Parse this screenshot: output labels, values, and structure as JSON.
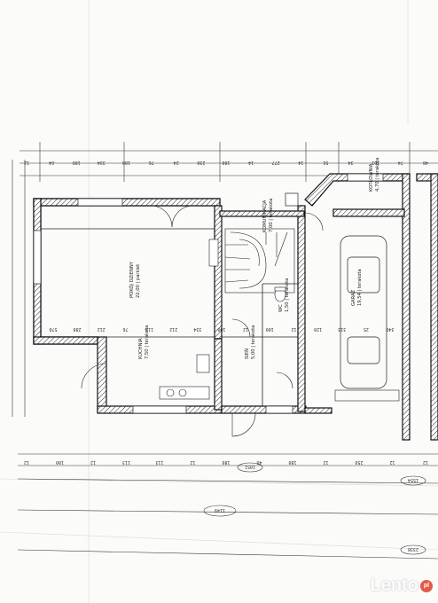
{
  "rooms": {
    "living": {
      "name": "POKÓJ DZIENNY",
      "area": "22,00",
      "finish": "parkiet"
    },
    "stair": {
      "name": "KOMUNIKACJA",
      "area": "7,00",
      "finish": "terakota"
    },
    "boiler": {
      "name": "KOTŁOWNIA",
      "area": "4,70",
      "finish": "terakota"
    },
    "garage": {
      "name": "GARAŻ",
      "area": "19,54",
      "finish": "terakota"
    },
    "kitchen": {
      "name": "KUCHNIA",
      "area": "7,50",
      "finish": "terakota"
    },
    "hall": {
      "name": "SIEŃ",
      "area": "5,00",
      "finish": "terakota"
    },
    "wc": {
      "name": "WC",
      "area": "1,50",
      "finish": "terakota"
    }
  },
  "dims_top": [
    "12",
    "64",
    "180",
    "334",
    "180",
    "76",
    "24",
    "230",
    "180",
    "14",
    "277",
    "14",
    "56",
    "34",
    "103",
    "74",
    "48"
  ],
  "dims_mid": [
    "570",
    "288",
    "212",
    "76",
    "113",
    "212",
    "334",
    "100",
    "12",
    "100",
    "12",
    "120",
    "313",
    "25",
    "340"
  ],
  "dims_bottom": [
    "12",
    "100",
    "12",
    "113",
    "113",
    "12",
    "180",
    "40",
    "180",
    "12",
    "250",
    "12",
    "12"
  ],
  "dims_total": [
    "1149",
    "1554",
    "2338",
    "1051"
  ],
  "watermark": "Lento",
  "watermark_suffix": "pl"
}
